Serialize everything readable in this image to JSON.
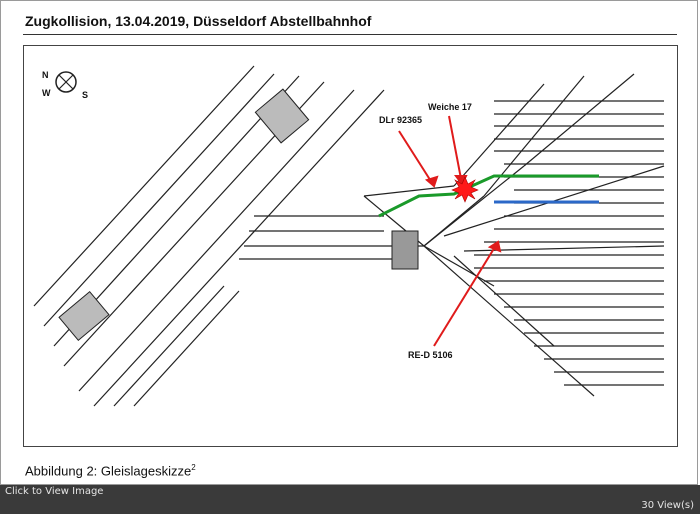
{
  "document": {
    "title": "Zugkollision, 13.04.2019, Düsseldorf Abstellbahnhof",
    "caption": "Abbildung 2: Gleislageskizze",
    "caption_footnote": "2"
  },
  "sketch": {
    "annotations": {
      "train_1": "DLr 92365",
      "switch": "Weiche 17",
      "train_2": "RE-D 5106"
    },
    "compass": {
      "north": "N",
      "west": "W",
      "south": "S"
    },
    "colors": {
      "path_green": "#1a9a2a",
      "path_blue": "#2b68c8",
      "arrow_red": "#e01b1b",
      "collision_star": "#ff1a1a"
    },
    "icons": [
      "compass-icon",
      "collision-star-icon"
    ]
  },
  "viewer": {
    "click_label": "Click to View Image",
    "view_count": "30 View(s)"
  }
}
